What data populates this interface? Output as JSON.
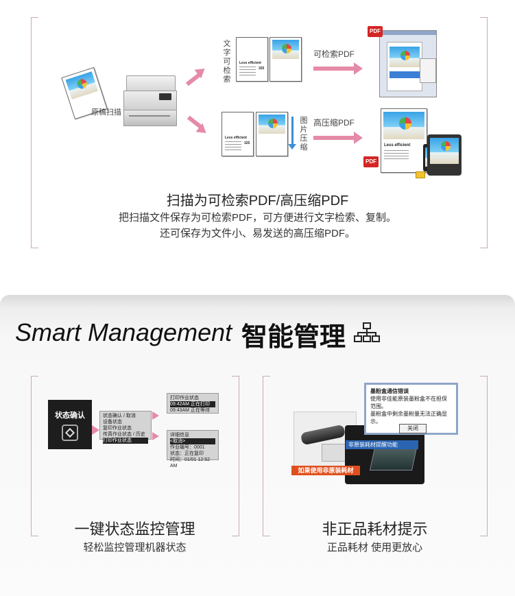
{
  "section_scan": {
    "title": "扫描为可检索PDF/高压缩PDF",
    "desc_line1": "把扫描文件保存为可检索PDF，可方便进行文字检索、复制。",
    "desc_line2": "还可保存为文件小、易发送的高压缩PDF。",
    "original_scan_label": "原稿扫描",
    "text_search_vertical": "文字可检索",
    "image_compress_vertical": "图片压缩",
    "searchable_pdf_label": "可检索PDF",
    "high_compress_pdf_label": "高压缩PDF",
    "less_efficient": "Less efficient",
    "pdf_badge": "PDF",
    "doc_number": "325"
  },
  "section_smart": {
    "title_en": "Smart Management",
    "title_cn": "智能管理",
    "status_button_label": "状态确认",
    "menu_panel": {
      "title": "状态确认 / 取消",
      "items": [
        "设备状态",
        "复印作业状态",
        "传真作业状态 / 历史",
        "打印作业状态"
      ]
    },
    "print_status_panel": {
      "title": "打印作业状态",
      "rows": [
        "09:42AM 正在打印",
        "09:43AM 正在等待"
      ]
    },
    "detail_panel": {
      "title": "详细信息",
      "cancel": "<取消>",
      "rows": [
        "作业编号：0001",
        "状态：正在复印",
        "时间：01/01 12:52 AM"
      ]
    },
    "feature1_title": "一键状态监控管理",
    "feature1_sub": "轻松监控管理机器状态",
    "warning_dialog": {
      "title": "墨粉盒通信错误",
      "line1": "使用非佳能原装墨粉盒不在担保范围。",
      "line2": "墨粉盒中剩余墨粉量无法正确显示。",
      "close_button": "关闭"
    },
    "reminder_label": "非原装耗材提醒功能",
    "non_genuine_tag": "如果使用非原装耗材",
    "feature2_title": "非正品耗材提示",
    "feature2_sub": "正品耗材 使用更放心"
  }
}
